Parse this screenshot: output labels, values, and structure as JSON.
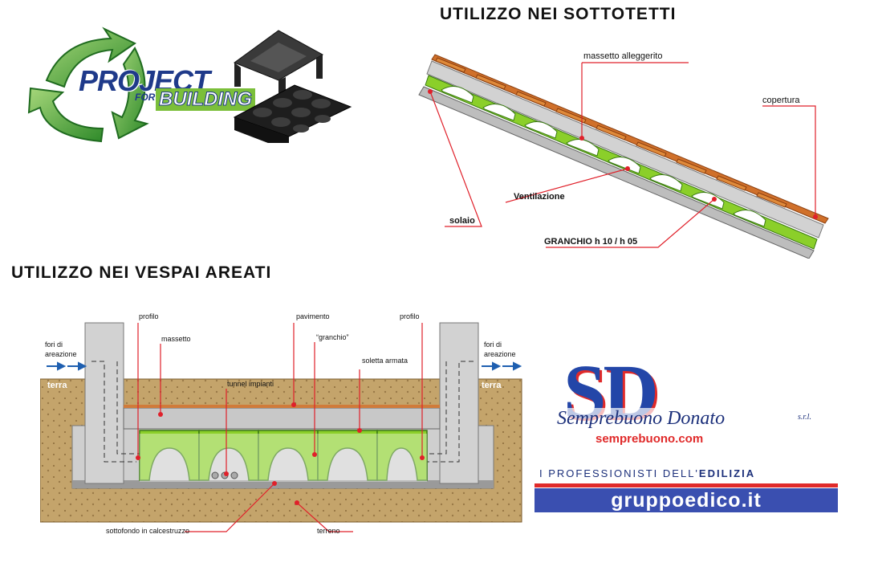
{
  "logo_project": {
    "line1": "PROJECT",
    "line2_for": "FOR",
    "line2_building": "BUILDING"
  },
  "roof_section": {
    "title": "UTILIZZO NEI SOTTOTETTI",
    "labels": {
      "massetto": "massetto alleggerito",
      "copertura": "copertura",
      "ventilazione": "Ventilazione",
      "solaio": "solaio",
      "granchio": "GRANCHIO h 10 / h 05"
    }
  },
  "vespai_section": {
    "title": "UTILIZZO NEI VESPAI AREATI",
    "labels": {
      "fori_left_1": "fori di",
      "fori_left_2": "areazione",
      "fori_right_1": "fori di",
      "fori_right_2": "areazione",
      "profilo_left": "profilo",
      "profilo_right": "profilo",
      "massetto": "massetto",
      "pavimento": "pavimento",
      "granchio": "“granchio”",
      "tunnel": "tunnel impianti",
      "soletta": "soletta armata",
      "terra_left": "terra",
      "terra_right": "terra",
      "sottofondo": "sottofondo in calcestruzzo",
      "terreno": "terreno"
    }
  },
  "sd_logo": {
    "letters": "SD",
    "script": "Semprebuono Donato",
    "srl": "s.r.l.",
    "website": "semprebuono.com"
  },
  "gruppoedico": {
    "tagline_prefix": "I PROFESSIONISTI DELL'",
    "tagline_bold": "EDILIZIA",
    "domain": "gruppoedico.it"
  },
  "colors": {
    "green": "#8bcf2a",
    "dark_green": "#3a7a12",
    "terracotta": "#d0702a",
    "concrete": "#c9c9c9",
    "soil": "#c4a46b",
    "label_line": "#e0202a",
    "sd_blue": "#2346a8",
    "sd_red": "#e02a2a",
    "banner_blue": "#3a4fb0"
  }
}
